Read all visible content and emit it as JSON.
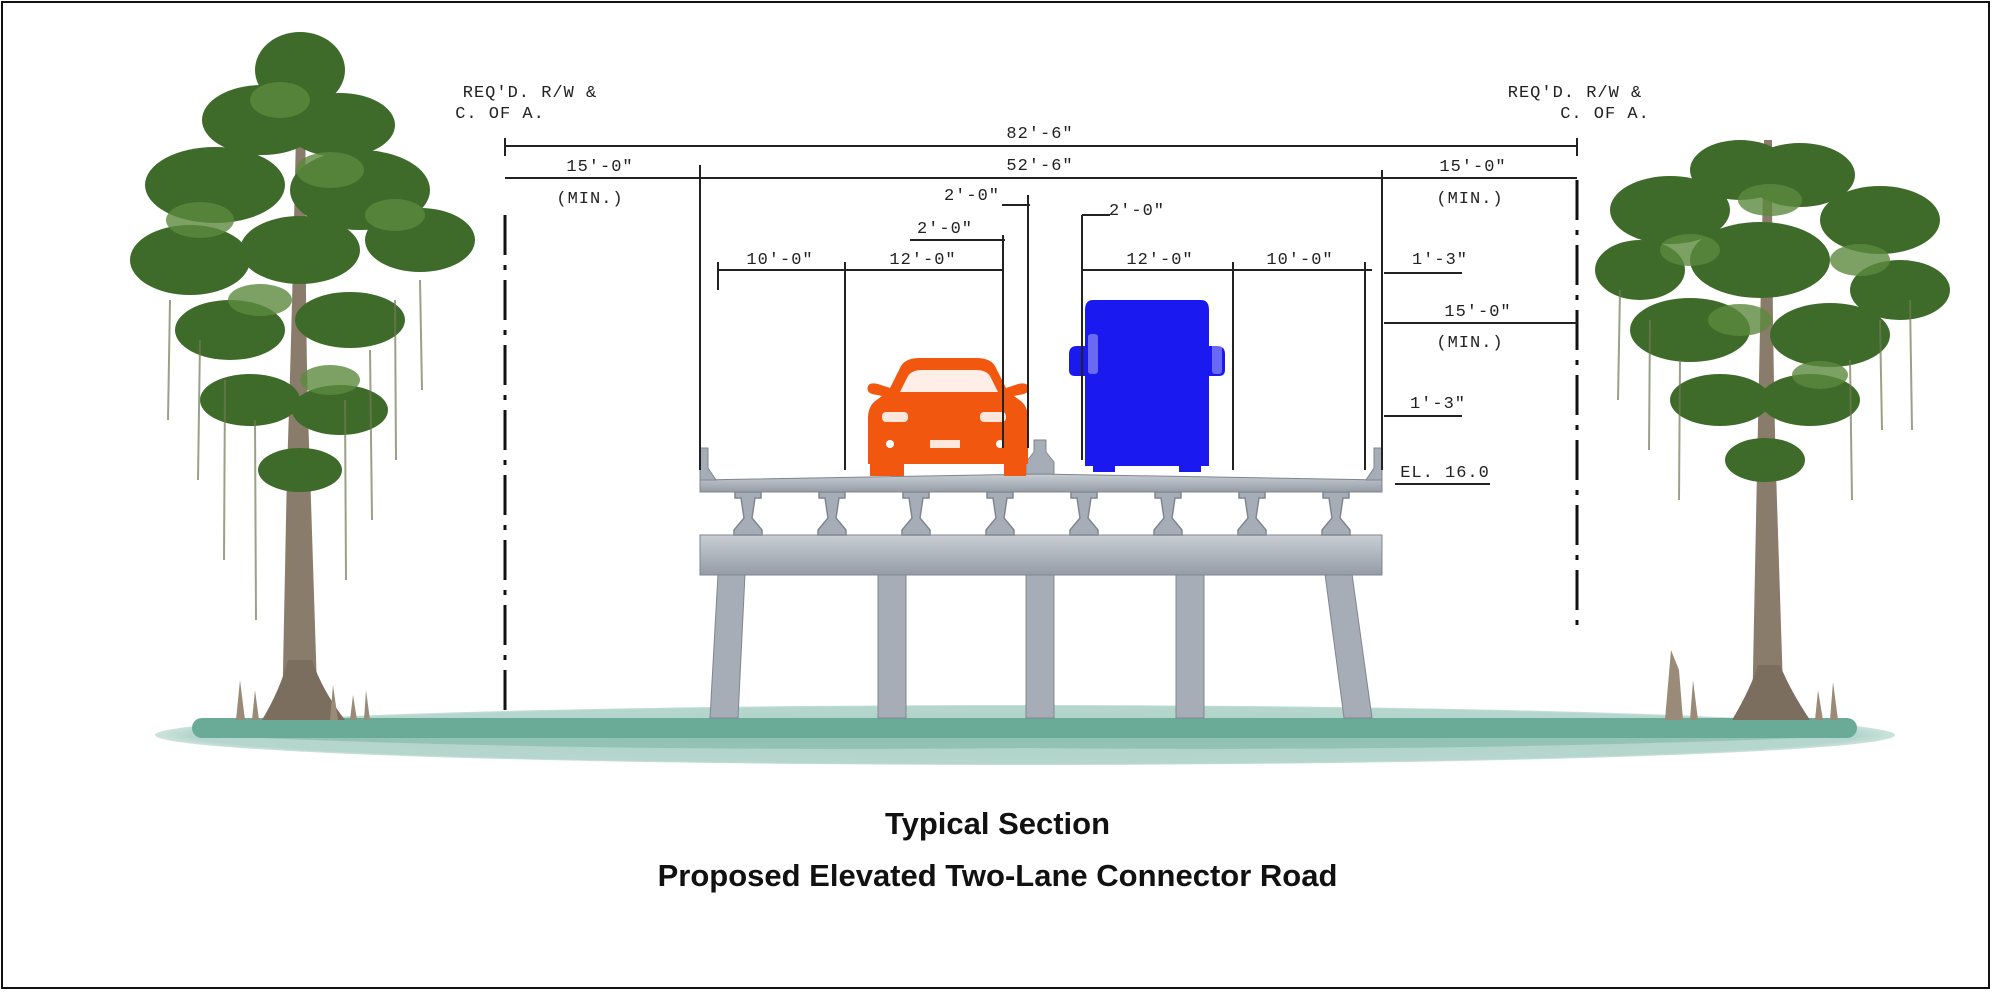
{
  "caption": {
    "title": "Typical Section",
    "subtitle": "Proposed Elevated Two-Lane Connector Road"
  },
  "labels": {
    "left_row_line1": "REQ'D. R/W &",
    "left_row_line2": "C. OF A.",
    "right_row_line1": "REQ'D. R/W &",
    "right_row_line2": "C. OF A.",
    "total_width": "82'-6\"",
    "deck_width": "52'-6\"",
    "left_buffer": "15'-0\"",
    "left_buffer_min": "(MIN.)",
    "right_buffer": "15'-0\"",
    "right_buffer_min": "(MIN.)",
    "median_left_top": "2'-0\"",
    "median_left_inner": "2'-0\"",
    "median_right": "2'-0\"",
    "left_shoulder": "10'-0\"",
    "left_lane": "12'-0\"",
    "right_lane": "12'-0\"",
    "right_shoulder": "10'-0\"",
    "barrier_offset_top": "1'-3\"",
    "right_clear": "15'-0\"",
    "right_clear_min": "(MIN.)",
    "barrier_offset_bottom": "1'-3\"",
    "elevation": "EL. 16.0"
  },
  "colors": {
    "car": "#f2570f",
    "truck": "#1a1af0",
    "ground": "#6aab98",
    "concrete": "#b4bac2",
    "tree_foliage": "#3e6b2a",
    "trunk": "#8a7c6a"
  }
}
